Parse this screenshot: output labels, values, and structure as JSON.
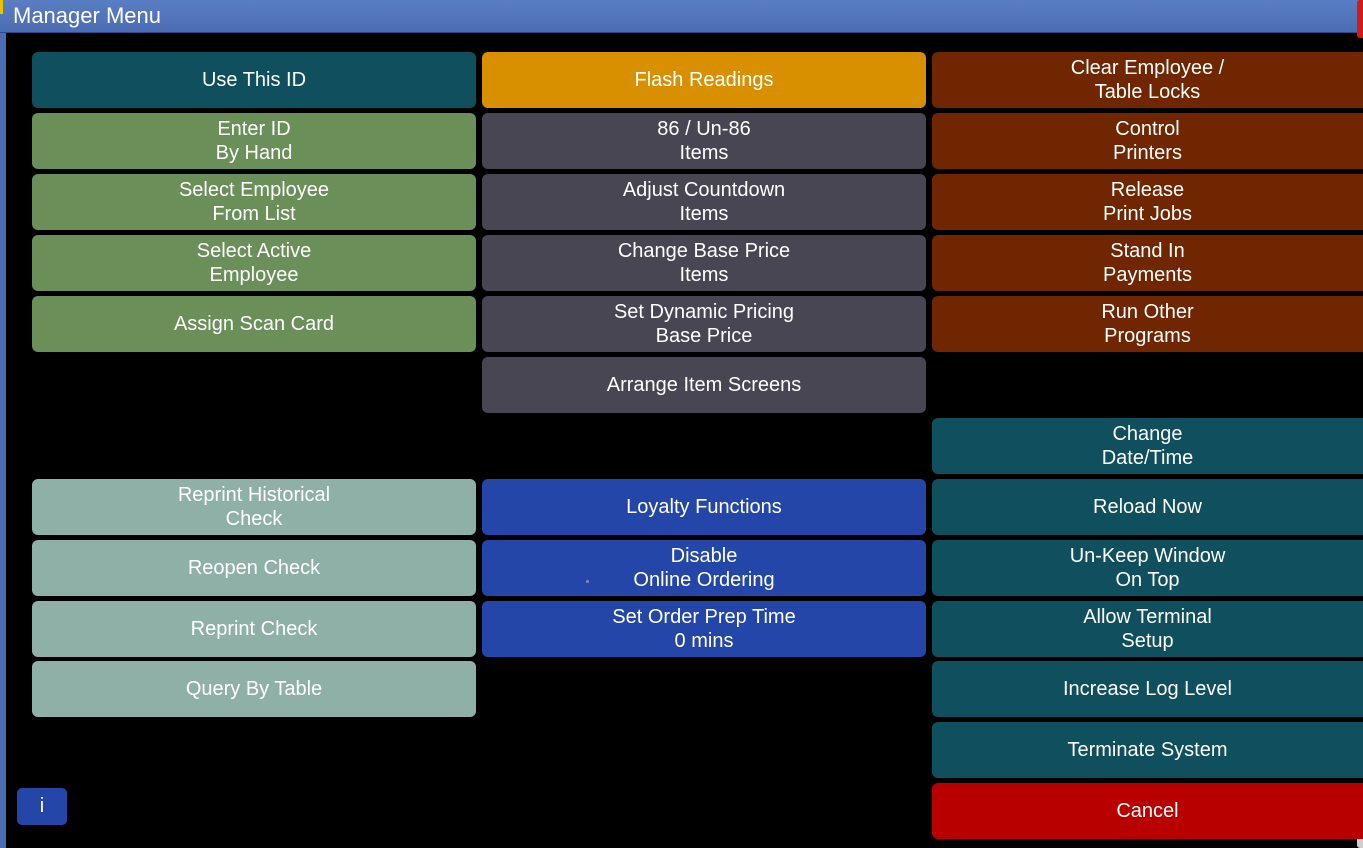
{
  "window": {
    "title": "Manager Menu"
  },
  "column1": {
    "use_this_id": "Use This ID",
    "enter_id_by_hand": "Enter ID\nBy Hand",
    "select_employee_from_list": "Select Employee\nFrom List",
    "select_active_employee": "Select Active\nEmployee",
    "assign_scan_card": "Assign Scan Card",
    "reprint_historical_check": "Reprint Historical\nCheck",
    "reopen_check": "Reopen Check",
    "reprint_check": "Reprint Check",
    "query_by_table": "Query By Table"
  },
  "column2": {
    "flash_readings": "Flash Readings",
    "86_un86_items": "86 / Un-86\nItems",
    "adjust_countdown_items": "Adjust Countdown\nItems",
    "change_base_price_items": "Change Base Price\nItems",
    "set_dynamic_pricing_base_price": "Set Dynamic Pricing\nBase Price",
    "arrange_item_screens": "Arrange Item Screens",
    "loyalty_functions": "Loyalty Functions",
    "disable_online_ordering": "Disable\nOnline Ordering",
    "set_order_prep_time": "Set Order Prep Time\n0 mins"
  },
  "column3": {
    "clear_employee_table_locks": "Clear Employee /\nTable Locks",
    "control_printers": "Control\nPrinters",
    "release_print_jobs": "Release\nPrint Jobs",
    "stand_in_payments": "Stand In\nPayments",
    "run_other_programs": "Run Other\nPrograms",
    "change_date_time": "Change\nDate/Time",
    "reload_now": "Reload Now",
    "un_keep_window_on_top": "Un-Keep Window\nOn Top",
    "allow_terminal_setup": "Allow Terminal\nSetup",
    "increase_log_level": "Increase Log Level",
    "terminate_system": "Terminate System",
    "cancel": "Cancel"
  },
  "info": {
    "label": "i"
  },
  "colors": {
    "teal": "#0f4f5e",
    "green": "#6b8f59",
    "slate": "#484652",
    "orange": "#d88f00",
    "brown": "#702600",
    "light_gray": "#8fb0a6",
    "blue": "#2346a8",
    "red": "#b80000",
    "titlebar": "#4a6db3"
  }
}
